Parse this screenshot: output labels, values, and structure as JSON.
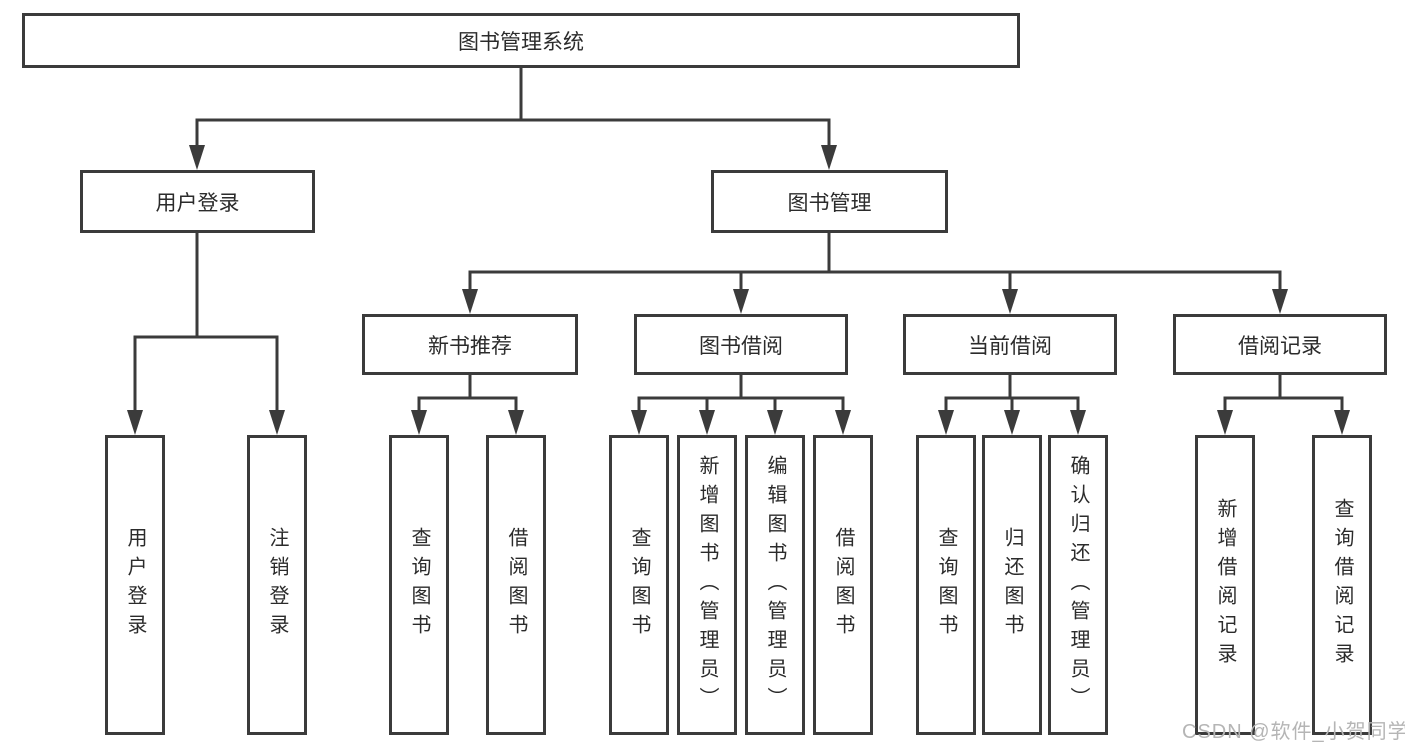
{
  "tree": {
    "root_label": "图书管理系统",
    "user_login": {
      "label": "用户登录",
      "children": [
        "用户登录",
        "注销登录"
      ]
    },
    "book_mgmt": {
      "label": "图书管理",
      "sections": [
        {
          "label": "新书推荐",
          "children": [
            "查询图书",
            "借阅图书"
          ]
        },
        {
          "label": "图书借阅",
          "children": [
            "查询图书",
            "新增图书（管理员）",
            "编辑图书（管理员）",
            "借阅图书"
          ]
        },
        {
          "label": "当前借阅",
          "children": [
            "查询图书",
            "归还图书",
            "确认归还（管理员）"
          ]
        },
        {
          "label": "借阅记录",
          "children": [
            "新增借阅记录",
            "查询借阅记录"
          ]
        }
      ]
    }
  },
  "watermark": {
    "text": "CSDN @软件_小贺同学"
  },
  "colors": {
    "line": "#3b3b3b",
    "text": "#2b2b2b",
    "watermark": "#b5b5b5",
    "bg": "#ffffff"
  }
}
